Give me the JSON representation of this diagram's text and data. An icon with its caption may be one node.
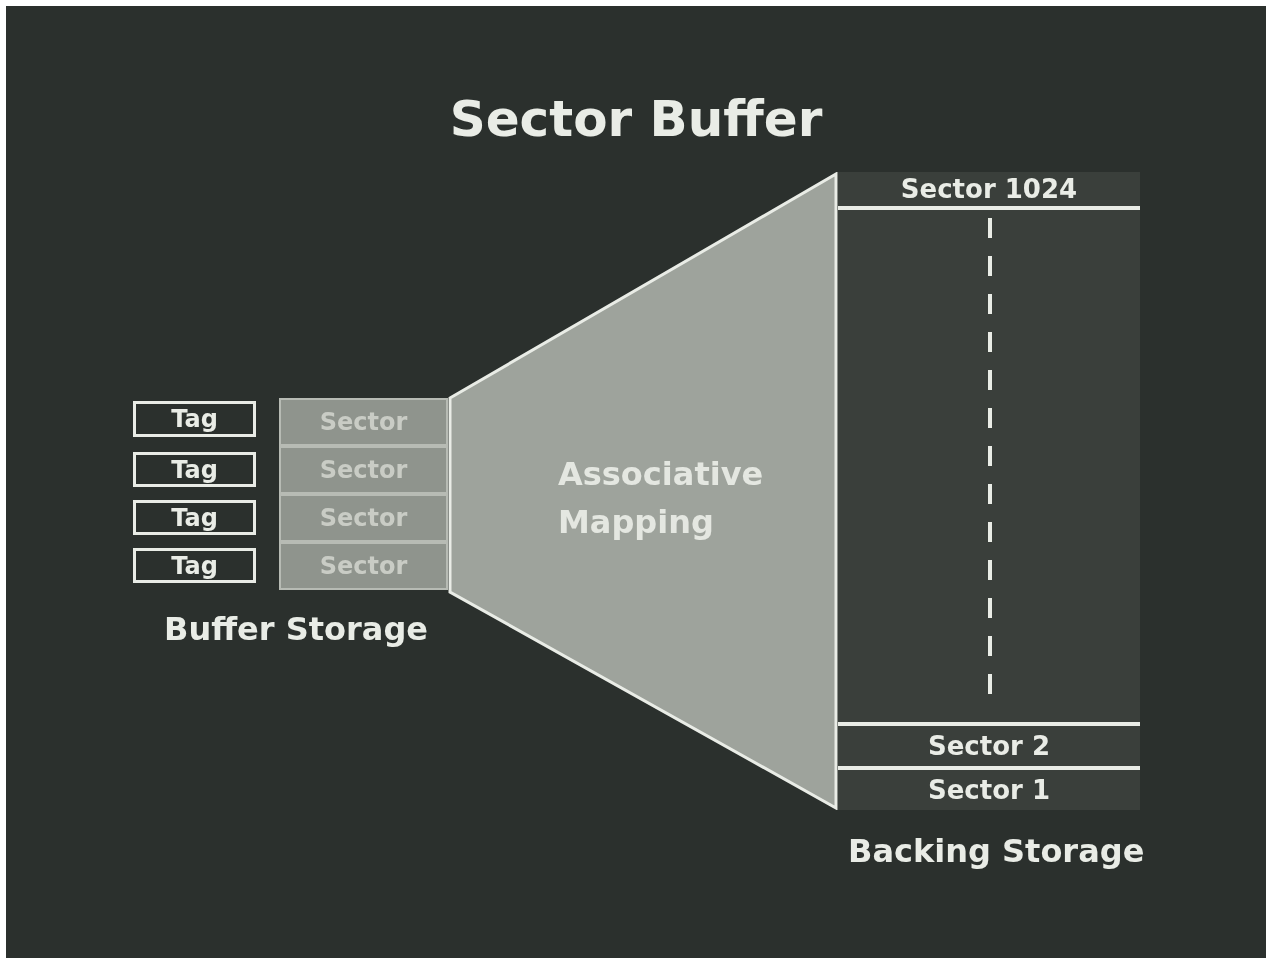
{
  "diagram": {
    "title": "Sector Buffer",
    "nodes": [
      {
        "text": [
          "Backing Storage"
        ]
      },
      {
        "text": [
          "Sector 1024"
        ],
        "in": 0
      },
      {
        "text": [
          "Sector 2"
        ],
        "in": 0
      },
      {
        "text": [
          "Sector 1"
        ],
        "in": 0
      },
      {
        "text": [
          "Tag"
        ]
      },
      {
        "text": [
          "Tag"
        ]
      },
      {
        "text": [
          "Tag"
        ]
      },
      {
        "text": [
          "Tag"
        ]
      },
      {
        "text": [
          "Sector"
        ]
      },
      {
        "text": [
          "Sector"
        ]
      },
      {
        "text": [
          "Sector"
        ]
      },
      {
        "text": [
          "Sector"
        ]
      },
      {
        "text": [
          "Associative Mapping"
        ]
      }
    ],
    "edges": [],
    "labels": [
      "Buffer Storage"
    ]
  }
}
